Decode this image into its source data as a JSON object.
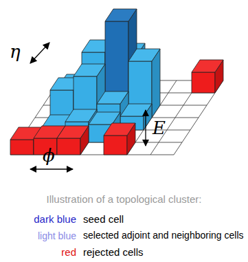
{
  "diagram": {
    "caption": "Illustration of a topological cluster:",
    "labels": [
      "η",
      "ϕ",
      "E",
      "dark blue",
      "light blue",
      "red"
    ],
    "legend": [
      {
        "text": "seed cell",
        "color": "#2626c8"
      },
      {
        "text": "selected adjoint and neighboring cells",
        "color": "#8a8ae6"
      },
      {
        "text": "rejected cells",
        "color": "#e01010"
      }
    ]
  }
}
